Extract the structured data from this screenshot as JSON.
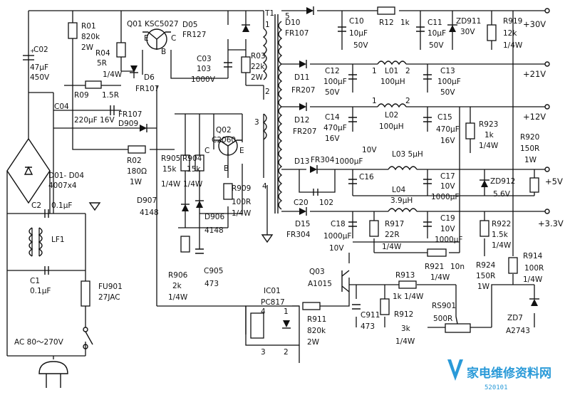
{
  "labels": {
    "q01": "Q01 KSC5027",
    "q01_e": "E",
    "q01_c": "C",
    "q01_b": "B",
    "t1": "T1",
    "pin5": "5",
    "pin1": "1",
    "pin2": "2",
    "pin3": "3",
    "pin4": "4",
    "r01": "R01",
    "r01v": "820k",
    "r01p": "2W",
    "c02": "C02",
    "c02v": "47μF",
    "c02u": "450V",
    "r04": "R04",
    "r04v": "5R",
    "r04p": "1/4W",
    "d6": "D6",
    "d6t": "FR107",
    "d05": "D05",
    "d05t": "FR127",
    "c03": "C03",
    "c03v": "103",
    "c03u": "1000V",
    "r03": "R03",
    "r03v": "22k",
    "r03p": "2W",
    "r09": "R09",
    "r09v": "1.5R",
    "c04": "C04",
    "c04v": "220μF 16V",
    "fr107": "FR107",
    "d909": "D909",
    "q02": "Q02",
    "q02t": "C2060",
    "q02_e": "E",
    "q02_c": "C",
    "q02_b": "B",
    "r02": "R02",
    "r02v": "180Ω",
    "r02p": "1W",
    "r905": "R905",
    "r905v": "15k",
    "r905p": "1/4W",
    "r904": "R904",
    "r904v": "15k",
    "r904p": "1/4W",
    "r909": "R909",
    "r909v": "100R",
    "r909p": "1/4W",
    "d907": "D907",
    "d907t": "4148",
    "d906": "D906",
    "d906t": "4148",
    "r906": "R906",
    "r906v": "2k",
    "r906p": "1/4W",
    "c905": "C905",
    "c905v": "473",
    "d01": "D01- D04",
    "d01t": "4007x4",
    "c2": "C2",
    "c2v": "0.1μF",
    "lf1": "LF1",
    "c1": "C1",
    "c1v": "0.1μF",
    "fu901": "FU901",
    "fu901v": "27JAC",
    "ac": "AC  80～270V",
    "d10": "D10",
    "d10t": "FR107",
    "c10": "C10",
    "c10v": "10μF",
    "c10u": "50V",
    "r12": "R12",
    "r12v": "1k",
    "c11": "C11",
    "c11v": "10μF",
    "c11u": "50V",
    "zd911": "ZD911",
    "zd911v": "30V",
    "r919": "R919",
    "r919v": "12k",
    "r919p": "1/4W",
    "out30": "+30V",
    "d11": "D11",
    "d11t": "FR207",
    "c12": "C12",
    "c12v": "100μF",
    "c12u": "50V",
    "l01": "L01",
    "l01v": "100μH",
    "l01a": "1",
    "l01b": "2",
    "c13": "C13",
    "c13v": "100μF",
    "c13u": "50V",
    "out21": "+21V",
    "d12": "D12",
    "d12t": "FR207",
    "c14": "C14",
    "c14v": "470μF",
    "c14u": "16V",
    "l02": "L02",
    "l02v": "100μH",
    "l02a": "1",
    "l02b": "2",
    "c15": "C15",
    "c15v": "470μF",
    "c15u": "16V",
    "r923": "R923",
    "r923v": "1k",
    "r923p": "1/4W",
    "out12": "+12V",
    "r920": "R920",
    "r920v": "150R",
    "r920p": "1W",
    "d13": "D13",
    "d13t": "FR304",
    "c16v": "10V",
    "c16u": "1000μF",
    "c16": "C16",
    "l03": "L03  5μH",
    "c17": "C17",
    "c17v": "10V",
    "c17u": "1000μF",
    "zd912": "ZD912",
    "zd912v": "5.6V",
    "out5": "+5V",
    "c20": "C20",
    "c20v": "102",
    "l04": "L04",
    "l04v": "3.9μH",
    "d15": "D15",
    "d15t": "FR304",
    "c18": "C18",
    "c18v": "1000μF",
    "c18u": "10V",
    "r917": "R917",
    "r917v": "22R",
    "r917p": "1/4W",
    "c19": "C19",
    "c19v": "10V",
    "c19u": "1000μF",
    "r922": "R922",
    "r922v": "1.5k",
    "r922p": "1/4W",
    "out33": "+3.3V",
    "r921": "R921",
    "r921v": "10n",
    "r921p": "1/4W",
    "r924": "R924",
    "r924v": "150R",
    "r924p": "1W",
    "r914": "R914",
    "r914v": "100R",
    "r914p": "1/4W",
    "q03": "Q03",
    "q03t": "A1015",
    "r913": "R913",
    "r913v": "1k 1/4W",
    "ic01": "IC01",
    "ic01t": "PC817",
    "ic_p4": "4",
    "ic_p1": "1",
    "ic_p3": "3",
    "ic_p2": "2",
    "r911": "R911",
    "r911v": "820k",
    "r911p": "2W",
    "c911": "C911",
    "c911v": "473",
    "r912": "R912",
    "r912v": "3k",
    "r912p": "1/4W",
    "rs901": "RS901",
    "rs901v": "500R",
    "zd7": "ZD7",
    "zd7t": "A2743",
    "wm": "家电维修资料网",
    "wm2": "520101"
  }
}
